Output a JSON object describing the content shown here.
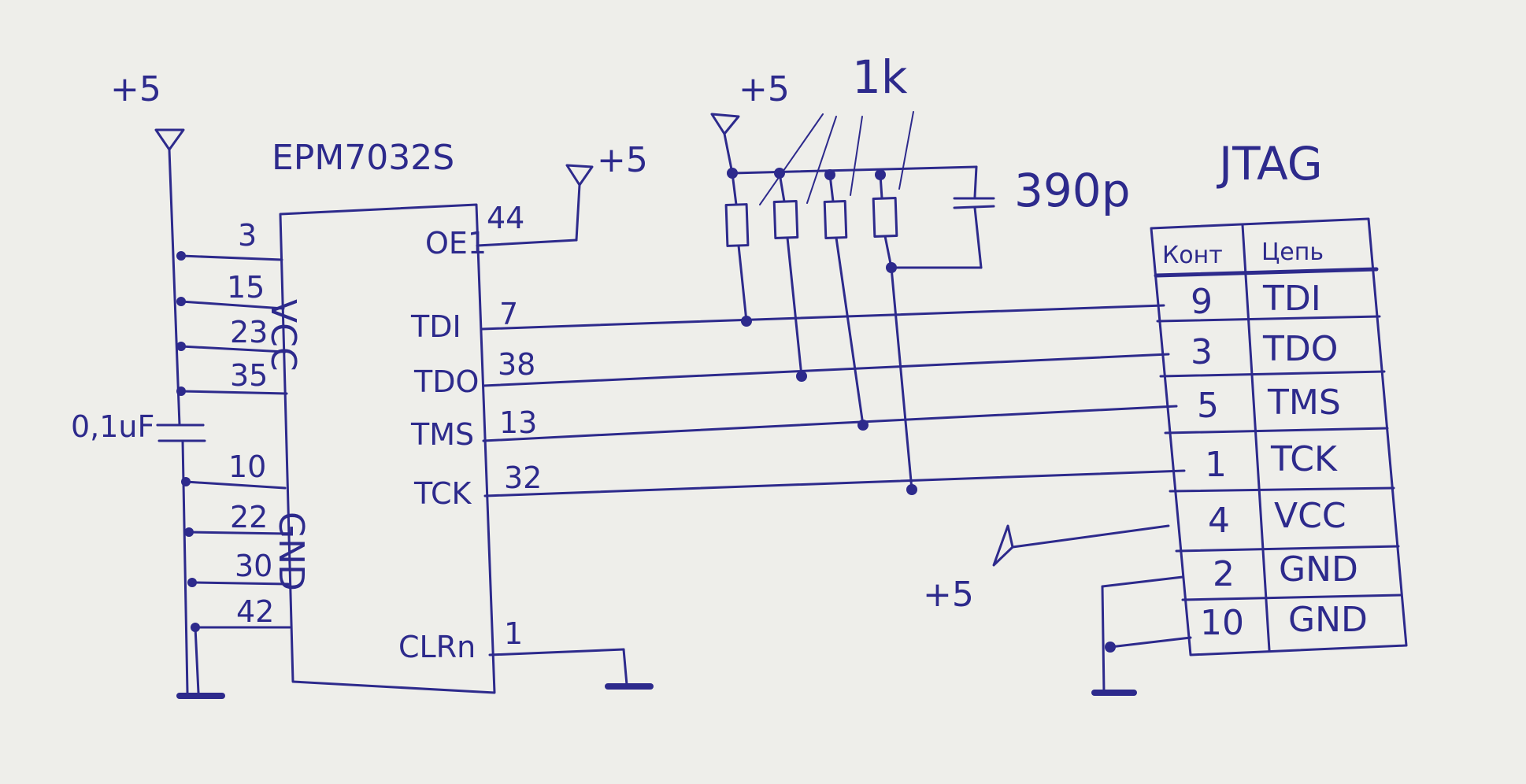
{
  "chip": {
    "name": "EPM7032S",
    "vcc_label": "VCC",
    "gnd_label": "GND",
    "vcc_pins": [
      "3",
      "15",
      "23",
      "35"
    ],
    "gnd_pins": [
      "10",
      "22",
      "30",
      "42"
    ],
    "right_pins": [
      {
        "name": "OE1",
        "num": "44"
      },
      {
        "name": "TDI",
        "num": "7"
      },
      {
        "name": "TDO",
        "num": "38"
      },
      {
        "name": "TMS",
        "num": "13"
      },
      {
        "name": "TCK",
        "num": "32"
      },
      {
        "name": "CLRn",
        "num": "1"
      }
    ]
  },
  "power": {
    "supply_left": "+5",
    "supply_oe": "+5",
    "supply_resistors": "+5",
    "supply_jtag": "+5"
  },
  "components": {
    "decoupling_cap": "0,1uF",
    "resistors_value": "1k",
    "filter_cap": "390p"
  },
  "jtag": {
    "title": "JTAG",
    "col_pin": "Конт",
    "col_signal": "Цепь",
    "rows": [
      {
        "pin": "9",
        "signal": "TDI"
      },
      {
        "pin": "3",
        "signal": "TDO"
      },
      {
        "pin": "5",
        "signal": "TMS"
      },
      {
        "pin": "1",
        "signal": "TCK"
      },
      {
        "pin": "4",
        "signal": "VCC"
      },
      {
        "pin": "2",
        "signal": "GND"
      },
      {
        "pin": "10",
        "signal": "GND"
      }
    ]
  },
  "colors": {
    "ink": "#2d2a8c",
    "paper": "#eeeeea"
  }
}
